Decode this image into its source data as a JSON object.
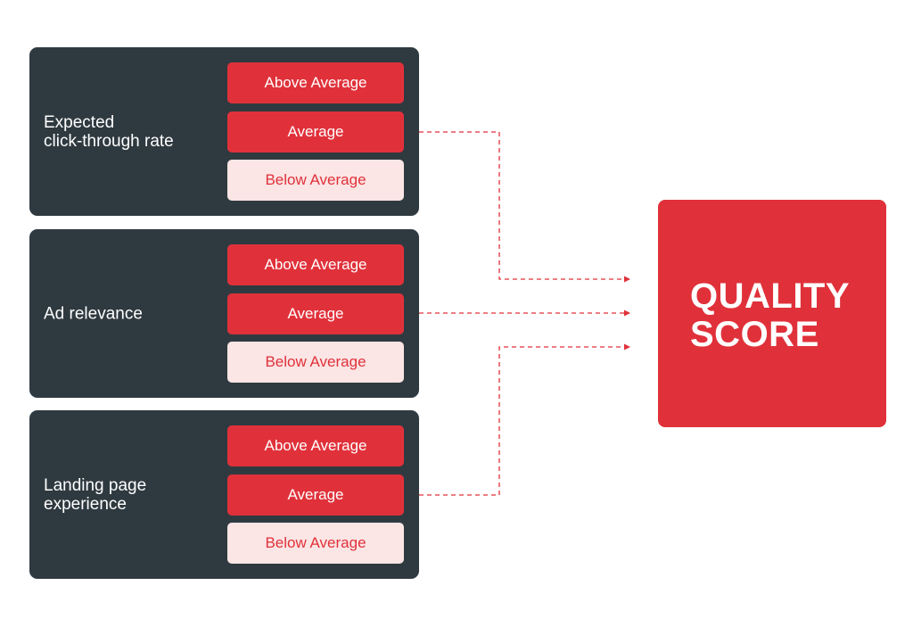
{
  "factors": [
    {
      "label": "Expected\nclick-through rate",
      "ratings": [
        "Above Average",
        "Average",
        "Below Average"
      ]
    },
    {
      "label": "Ad relevance",
      "ratings": [
        "Above Average",
        "Average",
        "Below Average"
      ]
    },
    {
      "label": "Landing page\nexperience",
      "ratings": [
        "Above Average",
        "Average",
        "Below Average"
      ]
    }
  ],
  "result": {
    "label": "QUALITY\nSCORE"
  },
  "colors": {
    "panel": "#2f3a40",
    "accent": "#e0313a",
    "soft": "#fbe5e5"
  }
}
